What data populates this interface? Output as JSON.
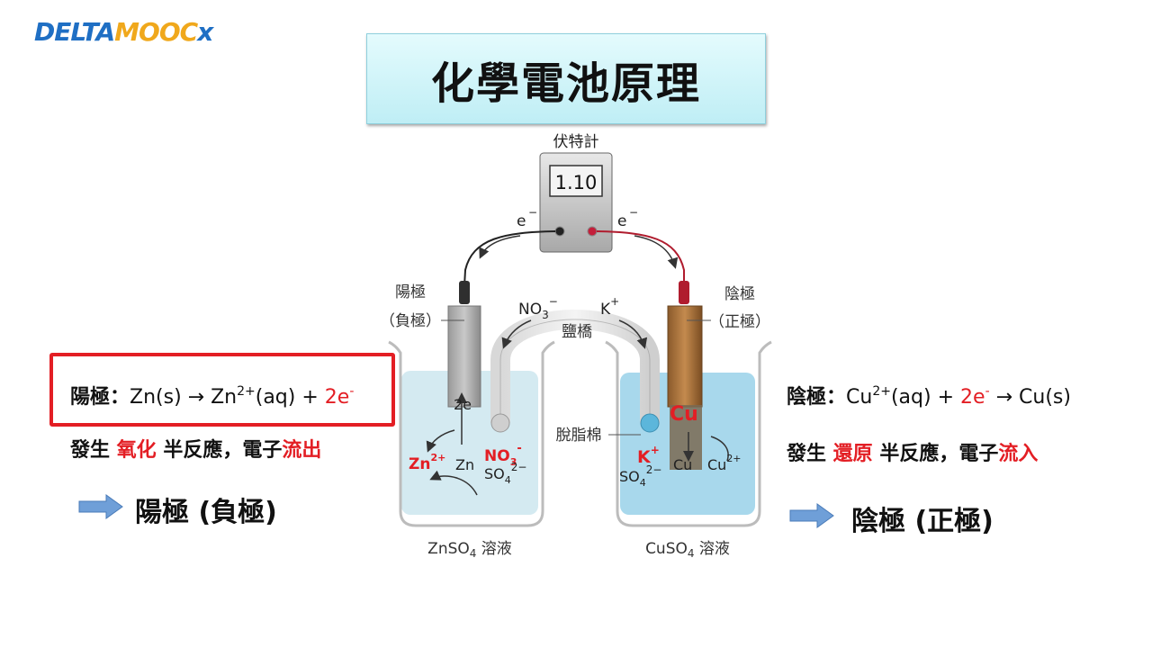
{
  "logo": {
    "part1": "DELTA",
    "part2": "MOOC",
    "part3": "x"
  },
  "title": "化學電池原理",
  "voltmeter": {
    "label": "伏特計",
    "reading": "1.10"
  },
  "electron_left": "e",
  "electron_right": "e",
  "electron_sup": "−",
  "anode_label": {
    "line1": "陽極",
    "line2": "（負極）"
  },
  "cathode_label": {
    "line1": "陰極",
    "line2": "（正極）"
  },
  "salt_bridge": {
    "label": "鹽橋",
    "anion": "NO",
    "anion_sub": "3",
    "anion_sup": "−",
    "cation": "K",
    "cation_sup": "+"
  },
  "cotton_label": "脫脂棉",
  "left_beaker": {
    "solution": "ZnSO",
    "solution_sub": "4",
    "solution_suffix": " 溶液",
    "zn_ion": "Zn",
    "zn_ion_sup": "2+",
    "zn": "Zn",
    "two_e": "2e",
    "no3": "NO",
    "no3_sub": "3",
    "no3_sup": "-",
    "so4": "SO",
    "so4_sub": "4",
    "so4_sup": "2−"
  },
  "right_beaker": {
    "solution": "CuSO",
    "solution_sub": "4",
    "solution_suffix": " 溶液",
    "cu_big": "Cu",
    "cu": "Cu",
    "cu_ion": "Cu",
    "cu_ion_sup": "2+",
    "k": "K",
    "k_sup": "+",
    "so4": "SO",
    "so4_sub": "4",
    "so4_sup": "2−"
  },
  "anode_eq": {
    "label": "陽極：",
    "left": "Zn(s) → Zn",
    "sup": "2+",
    "mid": "(aq) + ",
    "electrons": "2e",
    "e_sup": "-"
  },
  "anode_desc": {
    "prefix": "發生 ",
    "highlight": "氧化",
    "middle": " 半反應，電子",
    "flow": "流出"
  },
  "anode_result": "陽極 (負極)",
  "cathode_eq": {
    "label": "陰極：",
    "left": "Cu",
    "sup": "2+",
    "mid": "(aq) + ",
    "electrons": "2e",
    "e_sup": "-",
    "right": " → Cu(s)"
  },
  "cathode_desc": {
    "prefix": "發生 ",
    "highlight": "還原",
    "middle": " 半反應，電子",
    "flow": "流入"
  },
  "cathode_result": "陰極 (正極)",
  "colors": {
    "accent_red": "#e31e24",
    "arrow_blue": "#6f9fd8",
    "solution_blue": "#9fd4ea"
  }
}
